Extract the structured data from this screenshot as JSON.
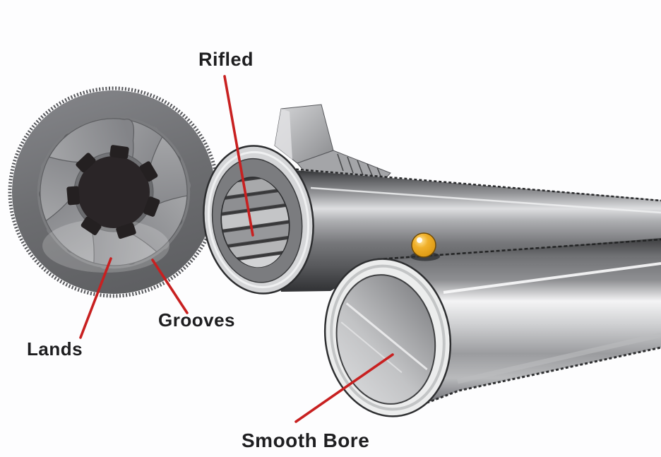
{
  "figure": {
    "labels": {
      "rifled": "Rifled",
      "lands": "Lands",
      "grooves": "Grooves",
      "smooth_bore": "Smooth Bore"
    },
    "colors": {
      "background": "#fdfdfe",
      "label_text": "#1e1e20",
      "leader_line": "#c82020",
      "bead_sight": "#e9a61f",
      "steel_highlight": "#f2f3f4",
      "steel_mid": "#8a8b8e",
      "steel_dark": "#3a3b3d",
      "bore_black": "#2a2527"
    }
  }
}
